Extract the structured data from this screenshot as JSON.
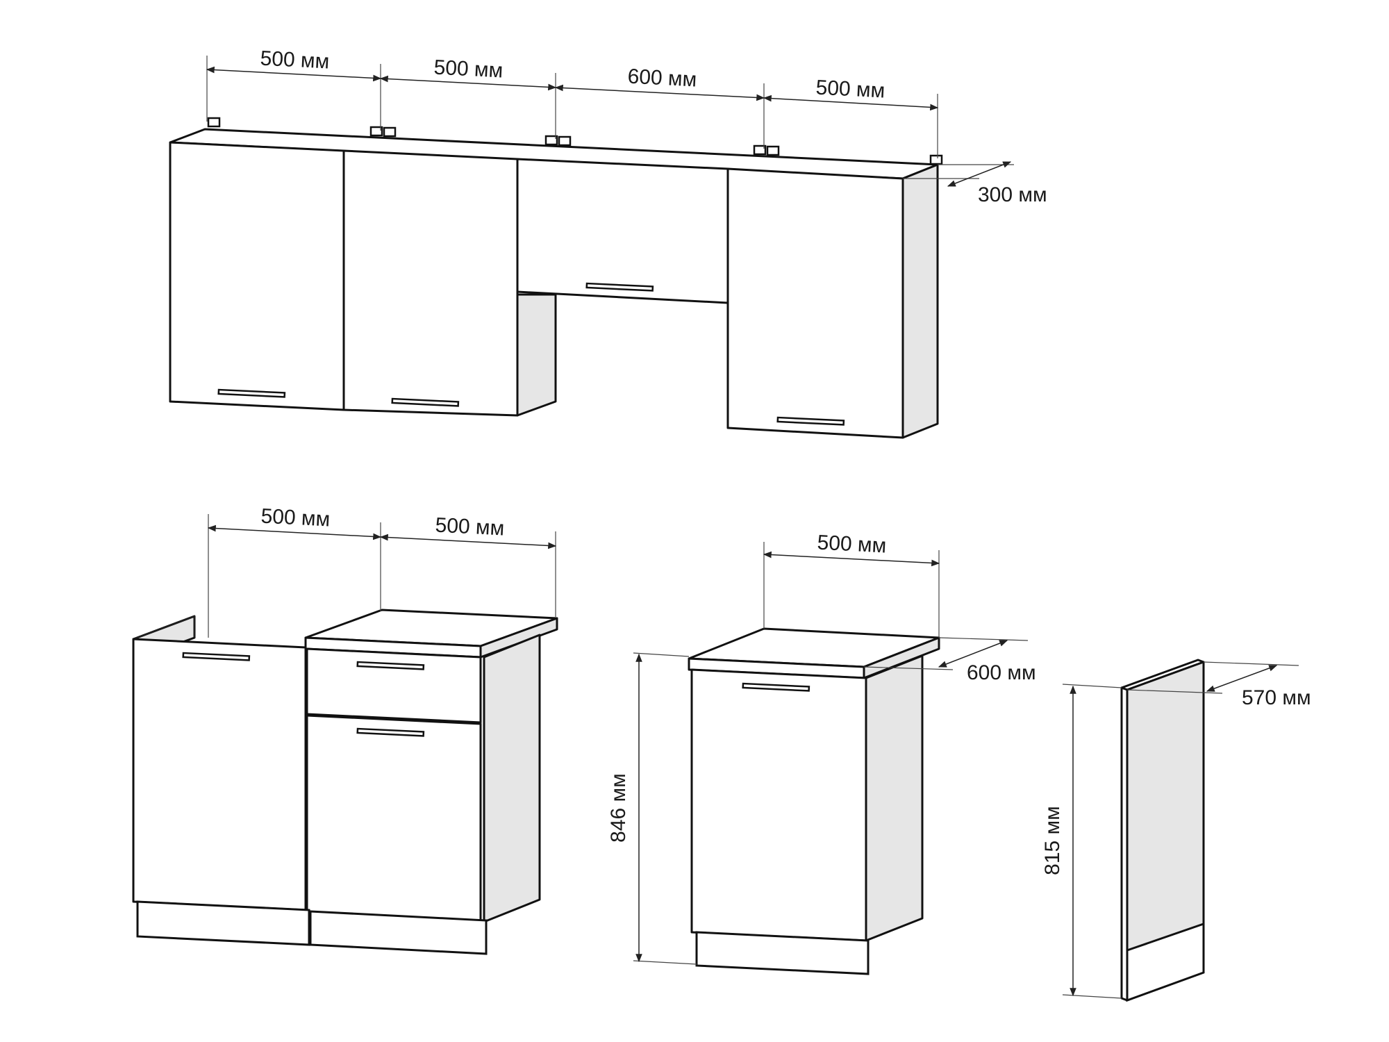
{
  "diagram": {
    "wall_cabinets": {
      "widths": [
        "500 мм",
        "500 мм",
        "600 мм",
        "500 мм"
      ],
      "depth": "300 мм"
    },
    "base_cabinets_left": {
      "widths": [
        "500 мм",
        "500 мм"
      ]
    },
    "base_cabinet_single": {
      "width": "500 мм",
      "depth": "600 мм",
      "height": "846 мм"
    },
    "end_panel": {
      "depth": "570 мм",
      "height": "815 мм"
    }
  }
}
